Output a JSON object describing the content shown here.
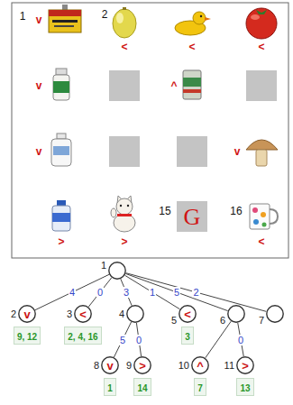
{
  "diagram": {
    "nodes": [
      {
        "text": [
          "1"
        ]
      },
      {
        "text": [
          "2",
          "v"
        ]
      },
      {
        "text": [
          "3",
          "<"
        ]
      },
      {
        "text": [
          "4"
        ]
      },
      {
        "text": [
          "5",
          "<"
        ]
      },
      {
        "text": [
          "6"
        ]
      },
      {
        "text": [
          "7"
        ]
      },
      {
        "text": [
          "9, 12"
        ]
      },
      {
        "text": [
          "2, 4, 16"
        ]
      },
      {
        "text": [
          "3"
        ]
      },
      {
        "text": [
          "8",
          "v"
        ]
      },
      {
        "text": [
          "9",
          ">"
        ]
      },
      {
        "text": [
          "10",
          "^"
        ]
      },
      {
        "text": [
          "11",
          ">"
        ]
      },
      {
        "text": [
          "1"
        ]
      },
      {
        "text": [
          "14"
        ]
      },
      {
        "text": [
          "7"
        ]
      },
      {
        "text": [
          "13"
        ]
      }
    ],
    "edges": [
      {
        "from": 0,
        "to": 1,
        "arrow": "none",
        "label": "4"
      },
      {
        "from": 0,
        "to": 2,
        "arrow": "none",
        "label": "0"
      },
      {
        "from": 0,
        "to": 3,
        "arrow": "none",
        "label": "3"
      },
      {
        "from": 0,
        "to": 4,
        "arrow": "none",
        "label": "1"
      },
      {
        "from": 0,
        "to": 5,
        "arrow": "none",
        "label": "5"
      },
      {
        "from": 0,
        "to": 6,
        "arrow": "none",
        "label": "2"
      },
      {
        "from": 3,
        "to": 10,
        "arrow": "none",
        "label": "5"
      },
      {
        "from": 3,
        "to": 11,
        "arrow": "none",
        "label": "0"
      },
      {
        "from": 5,
        "to": 12,
        "arrow": "none"
      },
      {
        "from": 5,
        "to": 13,
        "arrow": "none",
        "label": "0"
      }
    ],
    "labels": [
      "1",
      "v",
      "2",
      "<",
      "<",
      "<",
      "v",
      "^",
      "v",
      "v",
      ">",
      ">",
      "15",
      "G",
      "16",
      "<"
    ]
  }
}
